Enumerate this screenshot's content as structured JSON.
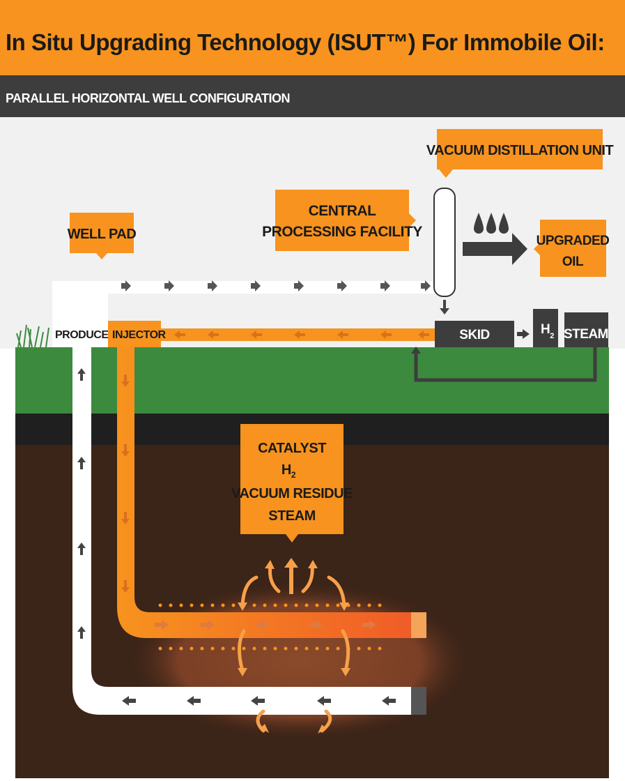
{
  "header": {
    "title": "In Situ Upgrading Technology (ISUT™) For Immobile Oil:",
    "subtitle": "PARALLEL HORIZONTAL WELL CONFIGURATION"
  },
  "labels": {
    "well_pad": "WELL PAD",
    "central_processing_1": "CENTRAL",
    "central_processing_2": "PROCESSING FACILITY",
    "vacuum_distillation": "VACUUM DISTILLATION UNIT",
    "upgraded_oil_1": "UPGRADED",
    "upgraded_oil_2": "OIL",
    "producer": "PRODUCER",
    "injector": "INJECTOR",
    "skid": "SKID",
    "h2": "H",
    "h2_sub": "2",
    "steam": "STEAM",
    "injection_1": "CATALYST",
    "injection_2": "H",
    "injection_2_sub": "2",
    "injection_3": "VACUUM RESIDUE",
    "injection_4": "STEAM"
  },
  "colors": {
    "orange": "#f7931e",
    "dark_gray": "#3d3d3d",
    "grass": "#3c8a3e",
    "soil": "#3b2418",
    "white": "#ffffff"
  }
}
